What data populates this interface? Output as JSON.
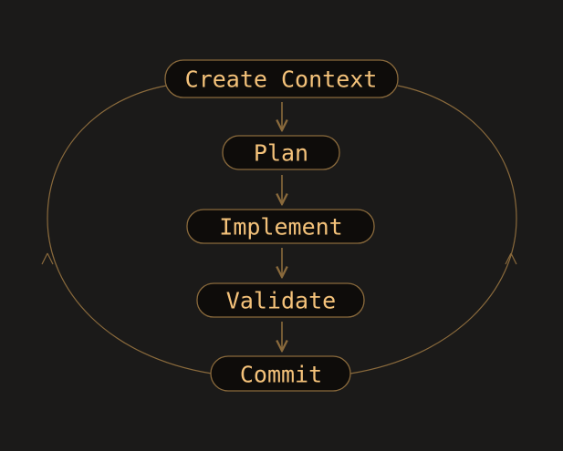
{
  "diagram": {
    "type": "cycle-flow",
    "nodes": [
      {
        "id": "create-context",
        "label": "Create Context"
      },
      {
        "id": "plan",
        "label": "Plan"
      },
      {
        "id": "implement",
        "label": "Implement"
      },
      {
        "id": "validate",
        "label": "Validate"
      },
      {
        "id": "commit",
        "label": "Commit"
      }
    ],
    "edges": [
      {
        "from": "create-context",
        "to": "plan"
      },
      {
        "from": "plan",
        "to": "implement"
      },
      {
        "from": "implement",
        "to": "validate"
      },
      {
        "from": "validate",
        "to": "commit"
      },
      {
        "from": "commit",
        "to": "create-context",
        "route": "left-loop"
      },
      {
        "from": "commit",
        "to": "create-context",
        "route": "right-loop"
      }
    ],
    "colors": {
      "background": "#1b1a19",
      "node_fill": "#0e0c0a",
      "node_stroke": "#8a6a3c",
      "text": "#f4c27a",
      "edge": "#8a6a3c"
    }
  }
}
